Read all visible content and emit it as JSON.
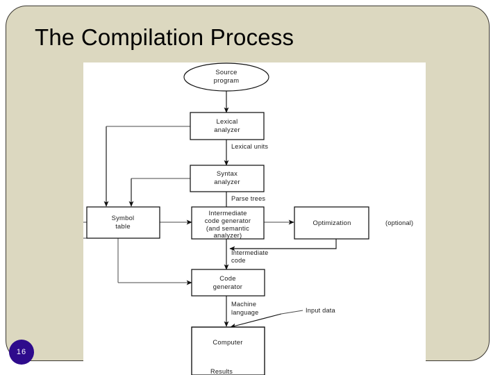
{
  "slide": {
    "title": "The Compilation Process",
    "page_number": "16",
    "background_color": "#dcd8c0",
    "badge_color": "#2e0b8c",
    "canvas_color": "#ffffff"
  },
  "diagram": {
    "type": "flowchart",
    "caption": "The Compilation Process",
    "nodes": [
      {
        "id": "source-program",
        "label_line1": "Source",
        "label_line2": "program",
        "shape": "ellipse"
      },
      {
        "id": "lexical-analyzer",
        "label_line1": "Lexical",
        "label_line2": "analyzer",
        "shape": "rect"
      },
      {
        "id": "syntax-analyzer",
        "label_line1": "Syntax",
        "label_line2": "analyzer",
        "shape": "rect"
      },
      {
        "id": "symbol-table",
        "label_line1": "Symbol",
        "label_line2": "table",
        "shape": "rect"
      },
      {
        "id": "intermediate-code-generator",
        "label_line1": "Intermediate",
        "label_line2": "code generator",
        "label_line3": "(and semantic",
        "label_line4": "analyzer)",
        "shape": "rect"
      },
      {
        "id": "optimization",
        "label_line1": "Optimization",
        "shape": "rect"
      },
      {
        "id": "code-generator",
        "label_line1": "Code",
        "label_line2": "generator",
        "shape": "rect"
      },
      {
        "id": "computer",
        "label_line1": "Computer",
        "shape": "rect-open"
      }
    ],
    "edge_labels": [
      {
        "id": "lexical-units",
        "text": "Lexical units"
      },
      {
        "id": "parse-trees",
        "text": "Parse trees"
      },
      {
        "id": "intermediate-code-1",
        "text": "Intermediate"
      },
      {
        "id": "intermediate-code-2",
        "text": "code"
      },
      {
        "id": "machine-language-1",
        "text": "Machine"
      },
      {
        "id": "machine-language-2",
        "text": "language"
      },
      {
        "id": "input-data",
        "text": "Input data"
      },
      {
        "id": "results",
        "text": "Results"
      }
    ],
    "annotations": [
      {
        "id": "optional-note",
        "text": "(optional)"
      }
    ]
  }
}
